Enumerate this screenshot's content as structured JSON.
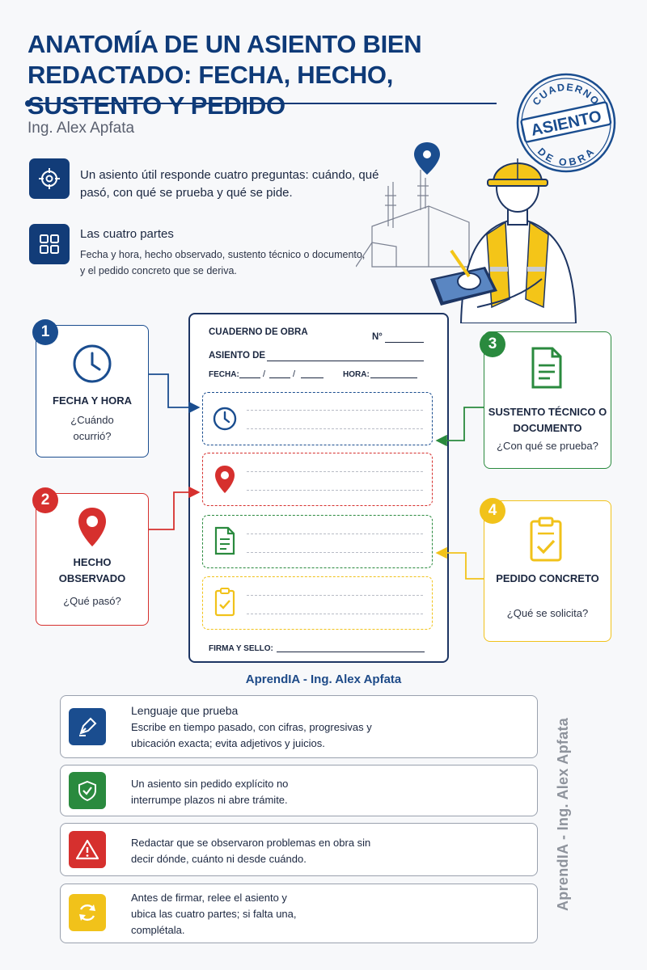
{
  "header": {
    "title": "ANATOMÍA DE UN ASIENTO BIEN REDACTADO: FECHA, HECHO, SUSTENTO Y PEDIDO",
    "author": "Ing. Alex Apfata"
  },
  "stamp": {
    "top": "CUADERNO",
    "center": "ASIENTO",
    "bottom": "DE OBRA"
  },
  "intro": {
    "question_text": "Un asiento útil responde cuatro preguntas: cuándo, qué pasó, con qué se prueba y qué se pide.",
    "parts_title": "Las cuatro partes",
    "parts_text": "Fecha y hora, hecho observado, sustento técnico o documento, y el pedido concreto que se deriva."
  },
  "form": {
    "title": "CUADERNO DE OBRA",
    "number_label": "N°",
    "asiento_label": "ASIENTO DE",
    "fecha_label": "FECHA:",
    "hora_label": "HORA:",
    "firma_label": "FIRMA Y SELLO:"
  },
  "cards": [
    {
      "number": "1",
      "title": "FECHA Y HORA",
      "question": "¿Cuándo ocurrió?",
      "color": "#1a4d8f",
      "icon": "clock-icon"
    },
    {
      "number": "2",
      "title": "HECHO OBSERVADO",
      "question": "¿Qué pasó?",
      "color": "#d6302e",
      "icon": "map-pin-icon"
    },
    {
      "number": "3",
      "title": "SUSTENTO TÉCNICO O DOCUMENTO",
      "question": "¿Con qué se prueba?",
      "color": "#2a8a3e",
      "icon": "document-icon"
    },
    {
      "number": "4",
      "title": "PEDIDO CONCRETO",
      "question": "¿Qué se solicita?",
      "color": "#f1c21a",
      "icon": "clipboard-check-icon"
    }
  ],
  "brand": "AprendIA - Ing. Alex Apfata",
  "tips": [
    {
      "title": "Lenguaje que prueba",
      "text": "Escribe en tiempo pasado, con cifras, progresivas y ubicación exacta; evita adjetivos y juicios.",
      "color": "#1a4d8f",
      "icon": "pen-icon"
    },
    {
      "title": "",
      "text": "Un asiento sin pedido explícito no interrumpe plazos ni abre trámite.",
      "color": "#2a8a3e",
      "icon": "shield-check-icon"
    },
    {
      "title": "",
      "text": "Redactar que se observaron problemas en obra sin decir dónde, cuánto ni desde cuándo.",
      "color": "#d6302e",
      "icon": "warning-icon"
    },
    {
      "title": "",
      "text": "Antes de firmar, relee el asiento y ubica las cuatro partes; si falta una, complétala.",
      "color": "#f1c21a",
      "icon": "refresh-icon"
    }
  ],
  "side_watermark": "AprendIA - Ing. Alex Apfata"
}
